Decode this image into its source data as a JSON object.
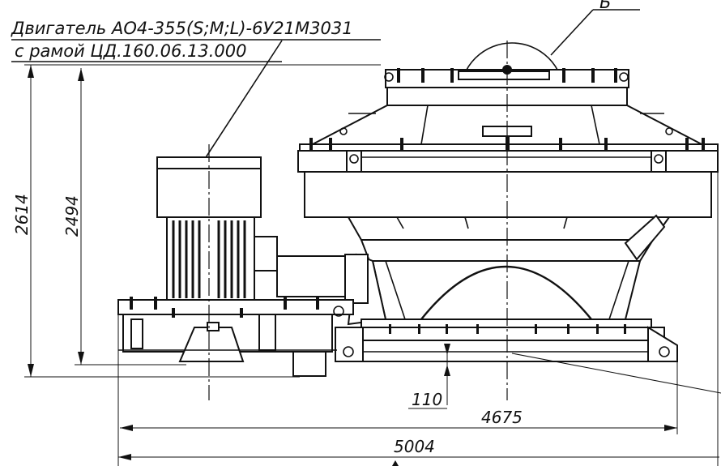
{
  "labels": {
    "motor_line1": "Двигатель АО4-355(S;M;L)-6У21М3031",
    "motor_line2": "с рамой ЦД.160.06.13.000",
    "view_mark": "Б"
  },
  "dimensions": {
    "height_total": "2614",
    "height_motor": "2494",
    "offset": "110",
    "width_inner": "4675",
    "width_total": "5004"
  }
}
